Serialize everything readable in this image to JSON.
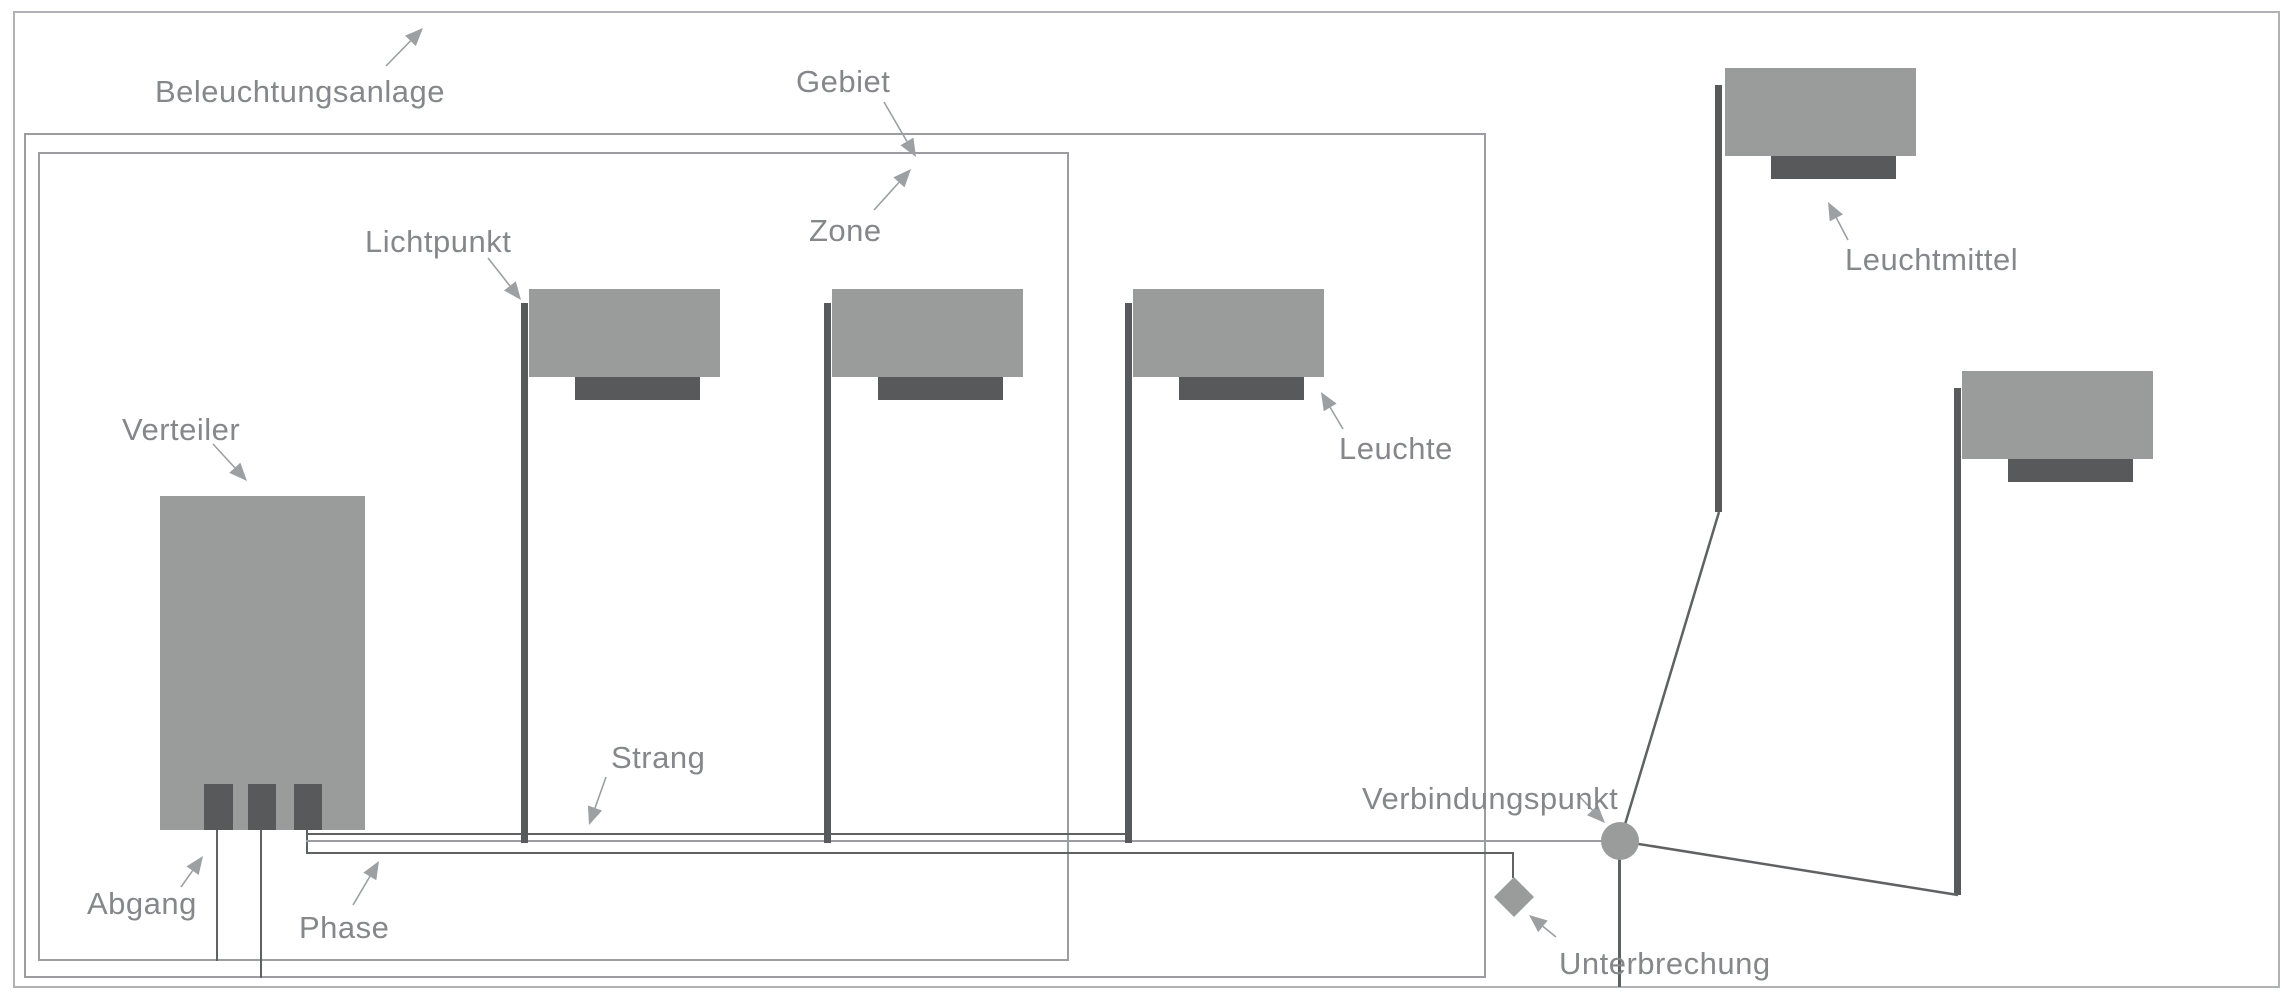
{
  "diagram": {
    "language": "de",
    "type": "lighting-system-schematic",
    "labels": {
      "beleuchtungsanlage": "Beleuchtungsanlage",
      "gebiet": "Gebiet",
      "zone": "Zone",
      "lichtpunkt": "Lichtpunkt",
      "verteiler": "Verteiler",
      "abgang": "Abgang",
      "phase": "Phase",
      "strang": "Strang",
      "leuchte": "Leuchte",
      "verbindungspunkt": "Verbindungspunkt",
      "unterbrechung": "Unterbrechung",
      "leuchtmittel": "Leuchtmittel"
    },
    "colors": {
      "shape_fill": "#9a9b9b",
      "dark_fill": "#58595b",
      "wire": "#5f6163",
      "wire_light": "#9b9da0",
      "inner_boundary": "#9b9da0",
      "outer_boundary": "#b0b2b5",
      "label_text": "#85878a",
      "arrow": "#9ca0a2",
      "background": "#ffffff"
    }
  }
}
